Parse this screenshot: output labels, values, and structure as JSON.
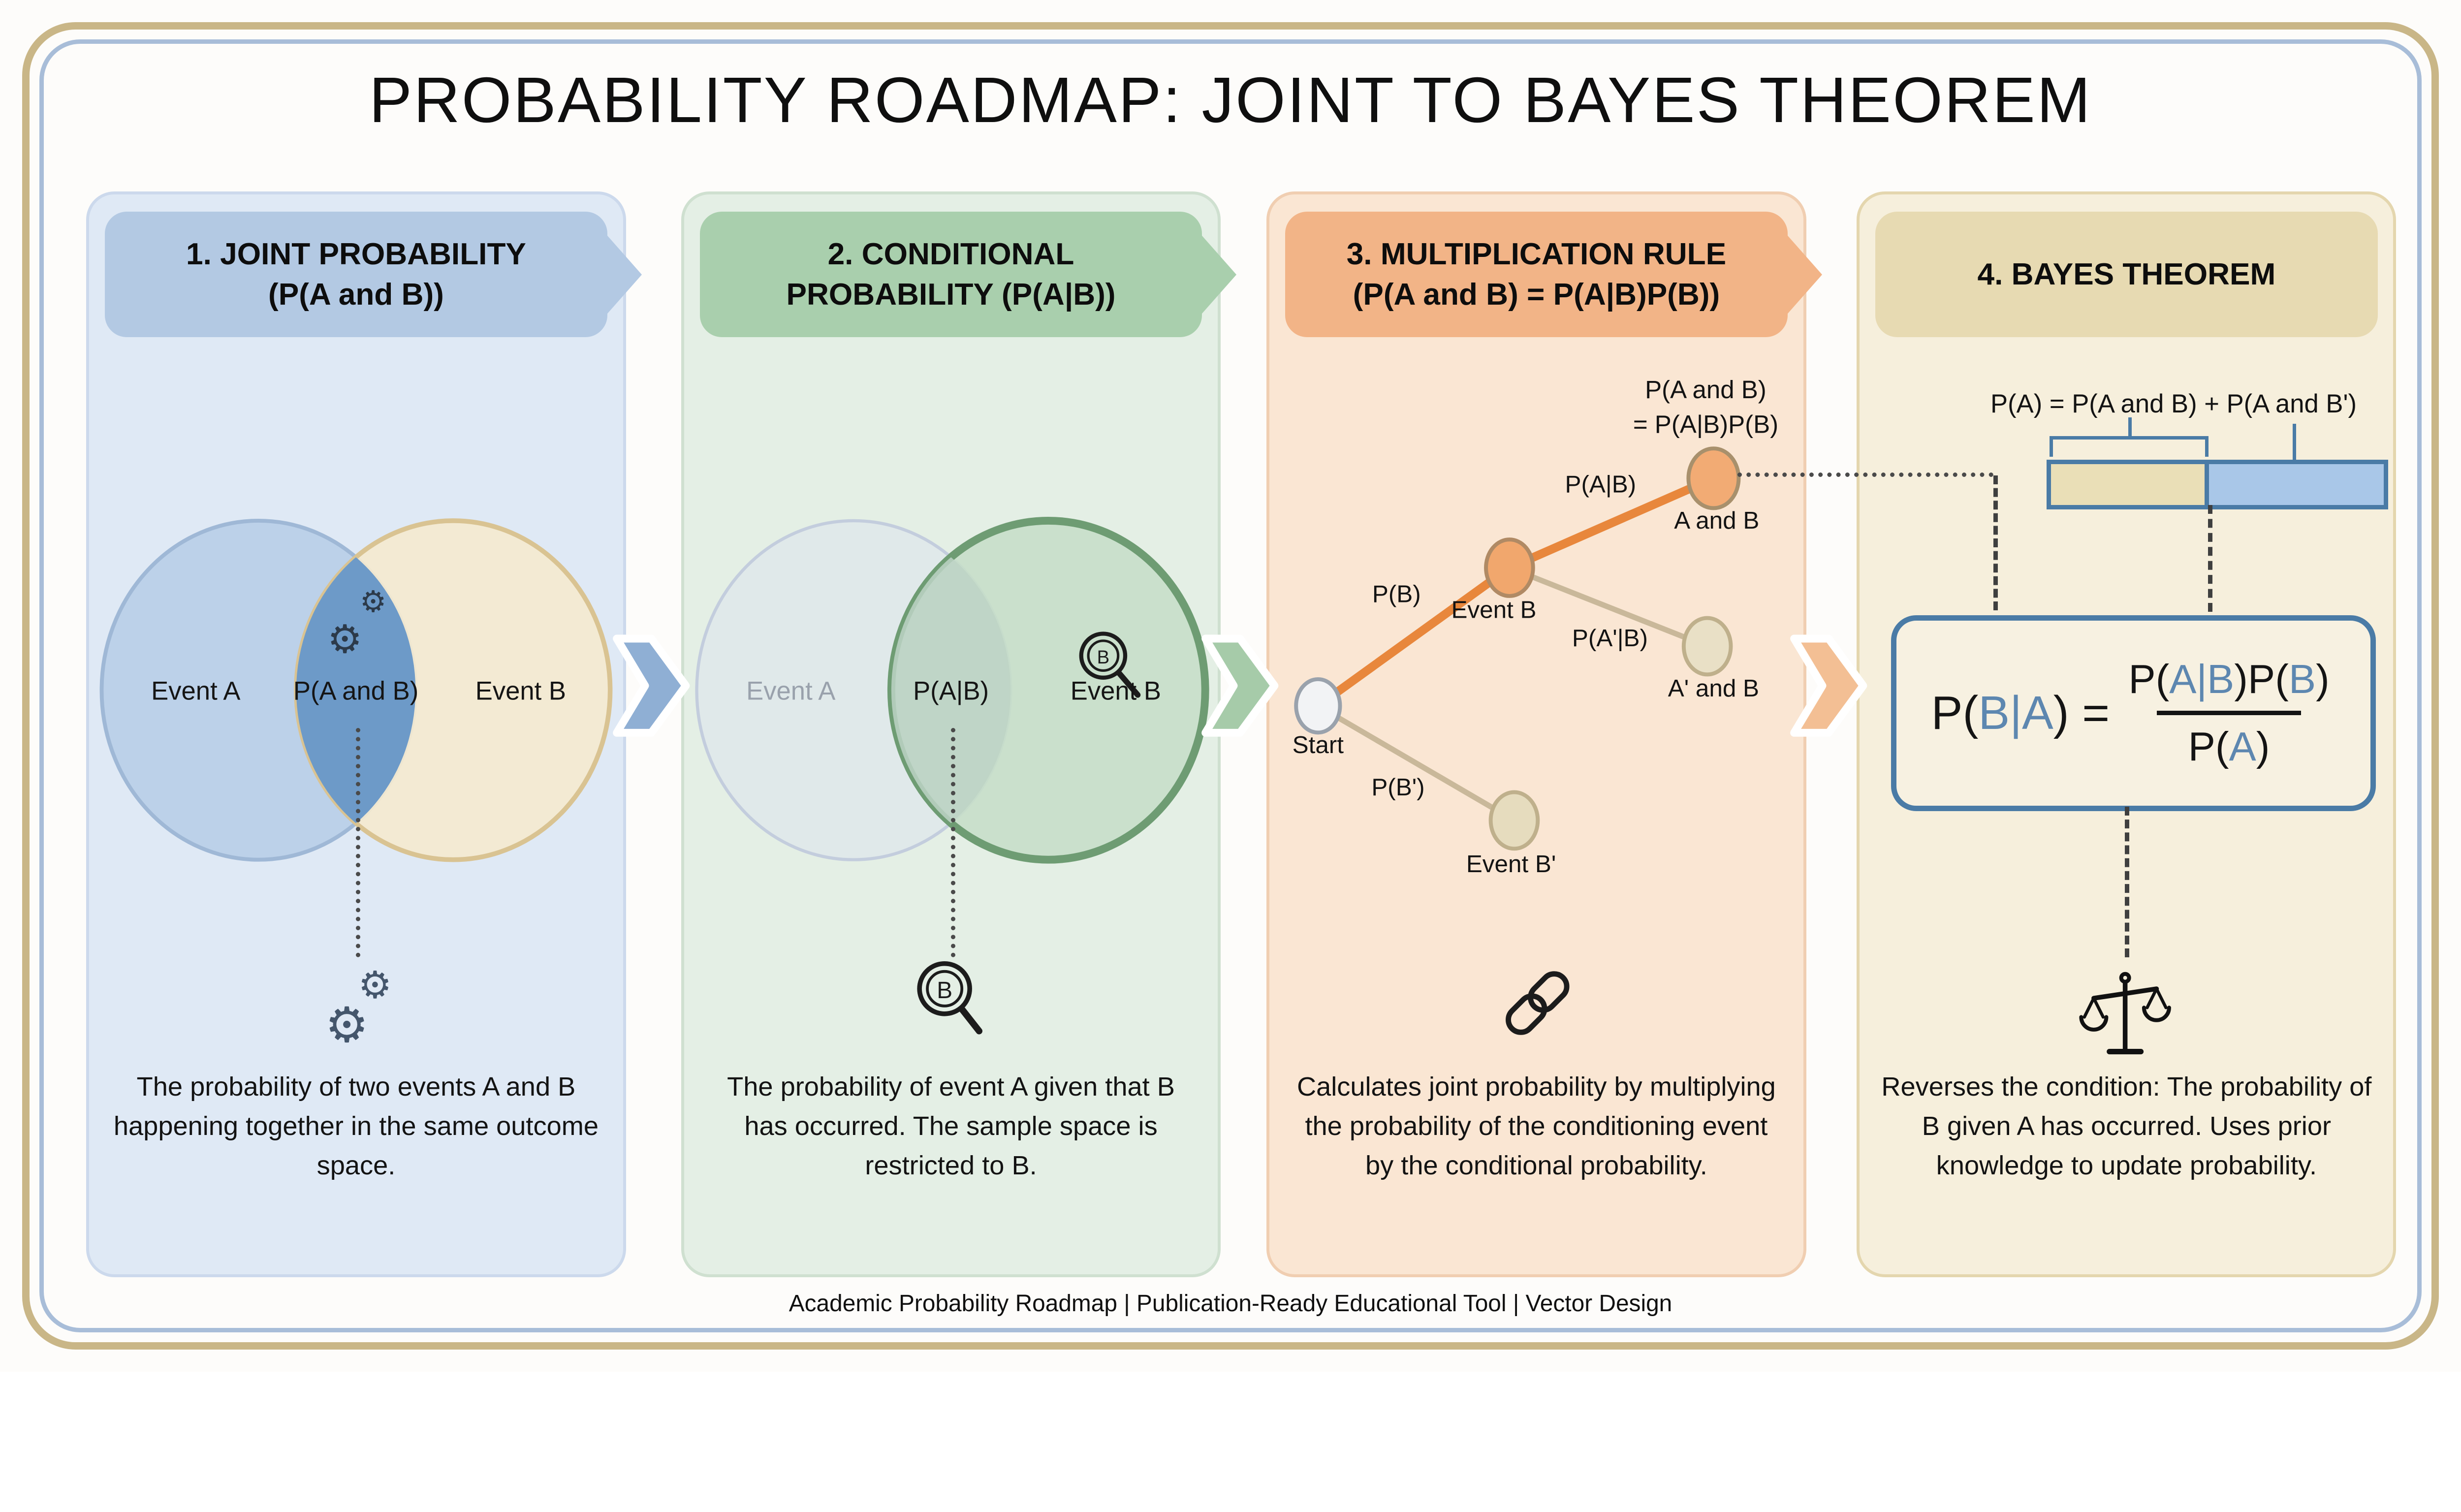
{
  "title": "PROBABILITY ROADMAP: JOINT TO BAYES THEOREM",
  "footer": "Academic Probability Roadmap | Publication-Ready Educational Tool | Vector Design",
  "colors": {
    "panel1_accent": "#b3c9e3",
    "panel2_accent": "#a9cfad",
    "panel3_accent": "#f2b487",
    "panel4_accent": "#e7dab2",
    "venn_intersection_blue": "#6d9ac8",
    "tree_orange": "#e8873c",
    "bayes_blue": "#4a7ba6",
    "formula_letter_blue": "#5d87b0",
    "bar_left_fill": "#eadfb7",
    "bar_right_fill": "#a9c7e8"
  },
  "panels": [
    {
      "header_line1": "1. JOINT PROBABILITY",
      "header_line2": "(P(A and B))",
      "venn": {
        "left": "Event A",
        "center": "P(A and B)",
        "right": "Event B"
      },
      "description": "The probability of two events A and B happening together in the same outcome space."
    },
    {
      "header_line1": "2. CONDITIONAL",
      "header_line2": "PROBABILITY (P(A|B))",
      "venn": {
        "left": "Event A",
        "center": "P(A|B)",
        "right": "Event B"
      },
      "magnifier_letter": "B",
      "description": "The probability of event A given that B has occurred. The sample space is restricted to B."
    },
    {
      "header_line1": "3. MULTIPLICATION RULE",
      "header_line2": "(P(A and B) = P(A|B)P(B))",
      "tree": {
        "start": "Start",
        "event_b": "Event B",
        "a_and_b": "A and B",
        "a_prime_b": "A' and B",
        "event_b_prime": "Event B'",
        "edge_pb": "P(B)",
        "edge_pab": "P(A|B)",
        "edge_papb": "P(A'|B)",
        "edge_pbprime": "P(B')",
        "result_line1": "P(A and B)",
        "result_line2": "= P(A|B)P(B)"
      },
      "description": "Calculates joint probability by multiplying the probability of the conditioning event by the conditional probability."
    },
    {
      "header_line1": "4. BAYES THEOREM",
      "header_line2": "",
      "total_probability": "P(A) = P(A and B) + P(A and B')",
      "formula": {
        "lhs_p": "P(",
        "lhs_var": "B|A",
        "lhs_close": ") =",
        "num_p1": "P(",
        "num_v1": "A|B",
        "num_p2": ")P(",
        "num_v2": "B",
        "num_close": ")",
        "den_p": "P(",
        "den_v": "A",
        "den_close": ")"
      },
      "description": "Reverses the condition: The probability of B given A has occurred. Uses prior knowledge to update probability."
    }
  ]
}
